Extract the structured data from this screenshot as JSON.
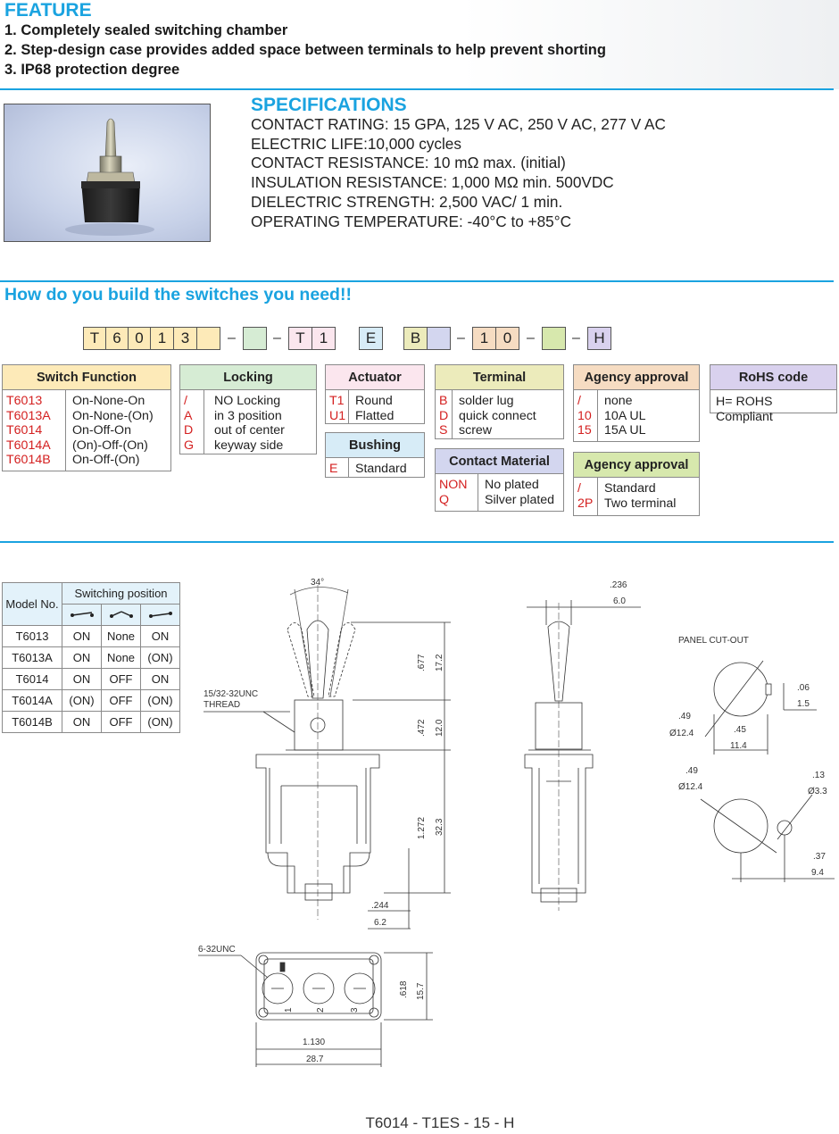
{
  "feature": {
    "title": "FEATURE",
    "items": [
      "1. Completely sealed switching chamber",
      "2. Step-design case provides added space between terminals to help prevent shorting",
      "3. IP68 protection degree"
    ]
  },
  "specifications": {
    "title": "SPECIFICATIONS",
    "lines": [
      "CONTACT RATING: 15 GPA, 125 V AC, 250 V AC, 277 V AC",
      "ELECTRIC LIFE:10,000 cycles",
      "CONTACT RESISTANCE: 10 mΩ max. (initial)",
      "INSULATION RESISTANCE: 1,000 MΩ min. 500VDC",
      "DIELECTRIC STRENGTH: 2,500 VAC/ 1 min.",
      "OPERATING TEMPERATURE: -40°C to +85°C"
    ]
  },
  "build": {
    "title": "How do you build the switches you need!!",
    "code_chars": [
      "T",
      "6",
      "0",
      "1",
      "3",
      "",
      "",
      "T",
      "1",
      "E",
      "B",
      "",
      "1",
      "0",
      "",
      "H"
    ],
    "dash": "–"
  },
  "options": {
    "switch_function": {
      "header": "Switch Function",
      "codes": [
        "T6013",
        "T6013A",
        "T6014",
        "T6014A",
        "T6014B"
      ],
      "descs": [
        "On-None-On",
        "On-None-(On)",
        "On-Off-On",
        "(On)-Off-(On)",
        "On-Off-(On)"
      ]
    },
    "locking": {
      "header": "Locking",
      "codes": [
        "/",
        "A",
        "D",
        "G"
      ],
      "descs": [
        "NO Locking",
        "in 3 position",
        "out of center",
        "keyway side"
      ]
    },
    "actuator": {
      "header": "Actuator",
      "codes": [
        "T1",
        "U1"
      ],
      "descs": [
        "Round",
        "Flatted"
      ]
    },
    "bushing": {
      "header": "Bushing",
      "codes": [
        "E"
      ],
      "descs": [
        "Standard"
      ]
    },
    "terminal": {
      "header": "Terminal",
      "codes": [
        "B",
        "D",
        "S"
      ],
      "descs": [
        "solder lug",
        "quick connect",
        "screw"
      ]
    },
    "contact_material": {
      "header": "Contact Material",
      "codes": [
        "NON",
        "Q"
      ],
      "descs": [
        "No plated",
        "Silver plated"
      ]
    },
    "agency_approval_1": {
      "header": "Agency approval",
      "codes": [
        "/",
        "10",
        "15"
      ],
      "descs": [
        "none",
        "10A UL",
        "15A UL"
      ]
    },
    "agency_approval_2": {
      "header": "Agency approval",
      "codes": [
        "/",
        "2P"
      ],
      "descs": [
        "Standard",
        "Two terminal"
      ]
    },
    "rohs": {
      "header": "RoHS code",
      "desc": "H= ROHS Compliant"
    }
  },
  "model_table": {
    "header_model": "Model No.",
    "header_position": "Switching position",
    "rows": [
      [
        "T6013",
        "ON",
        "None",
        "ON"
      ],
      [
        "T6013A",
        "ON",
        "None",
        "(ON)"
      ],
      [
        "T6014",
        "ON",
        "OFF",
        "ON"
      ],
      [
        "T6014A",
        "(ON)",
        "OFF",
        "(ON)"
      ],
      [
        "T6014B",
        "ON",
        "OFF",
        "(ON)"
      ]
    ]
  },
  "drawing": {
    "angle": "34°",
    "thread": [
      "15/32-32UNC",
      "THREAD"
    ],
    "dims_front": [
      ".677",
      "17.2",
      ".472",
      "12.0",
      "1.272",
      "32.3",
      ".244",
      "6.2"
    ],
    "dims_side": [
      ".236",
      "6.0"
    ],
    "panel_cutout": "PANEL CUT-OUT",
    "cutout1": [
      ".06",
      "1.5",
      ".49",
      "Ø12.4",
      ".45",
      "11.4"
    ],
    "cutout2": [
      ".49",
      "Ø12.4",
      ".13",
      "Ø3.3",
      ".37",
      "9.4"
    ],
    "bottom": [
      "6-32UNC",
      ".618",
      "15.7",
      "1.130",
      "28.7",
      "1",
      "2",
      "3"
    ]
  },
  "caption": "T6014 - T1ES - 15 - H"
}
